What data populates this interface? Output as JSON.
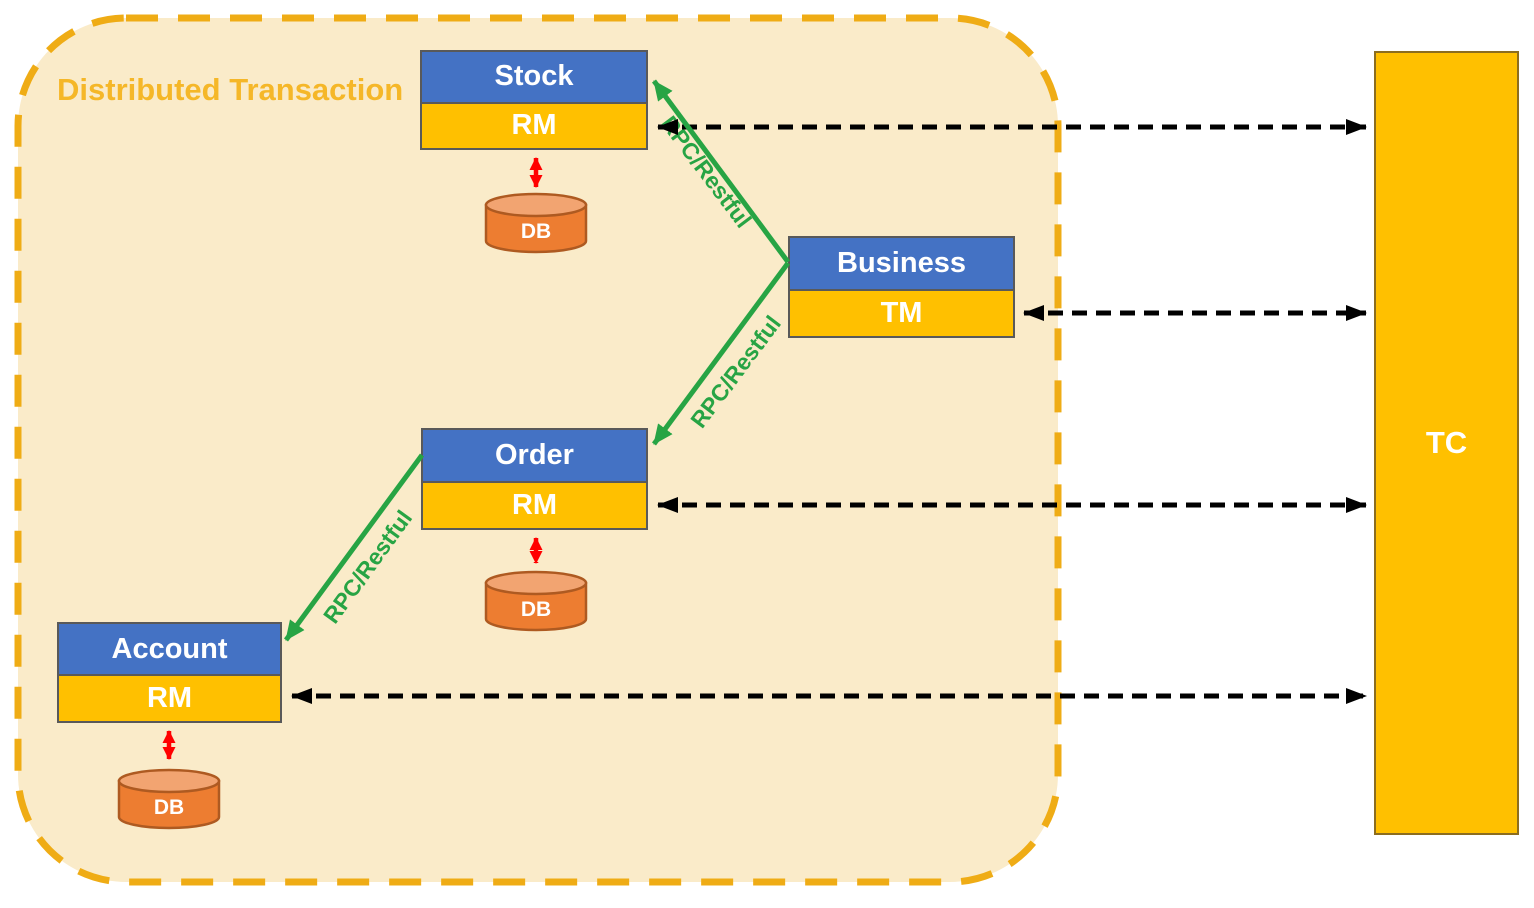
{
  "container": {
    "title": "Distributed Transaction"
  },
  "boxes": {
    "stock": {
      "title": "Stock",
      "role": "RM",
      "db": "DB"
    },
    "business": {
      "title": "Business",
      "role": "TM"
    },
    "order": {
      "title": "Order",
      "role": "RM",
      "db": "DB"
    },
    "account": {
      "title": "Account",
      "role": "RM",
      "db": "DB"
    }
  },
  "tc": {
    "label": "TC"
  },
  "edges": {
    "business_to_stock": {
      "label": "RPC/Restful"
    },
    "business_to_order": {
      "label": "RPC/Restful"
    },
    "order_to_account": {
      "label": "RPC/Restful"
    }
  },
  "colors": {
    "container_fill": "#FAEBC9",
    "container_border": "#EFAC15",
    "title_text": "#F5B728",
    "service_header_blue": "#4472C4",
    "resource_bar_gold": "#FFC000",
    "tc_fill": "#FFC000",
    "db_body": "#ED7D31",
    "db_top": "#F2A471",
    "db_outline": "#AE5A21",
    "rpc_arrow_green": "#27A444",
    "db_link_arrow_red": "#FF0000",
    "tc_link_arrow_black": "#000000",
    "box_label_text": "#FFFFFF"
  }
}
